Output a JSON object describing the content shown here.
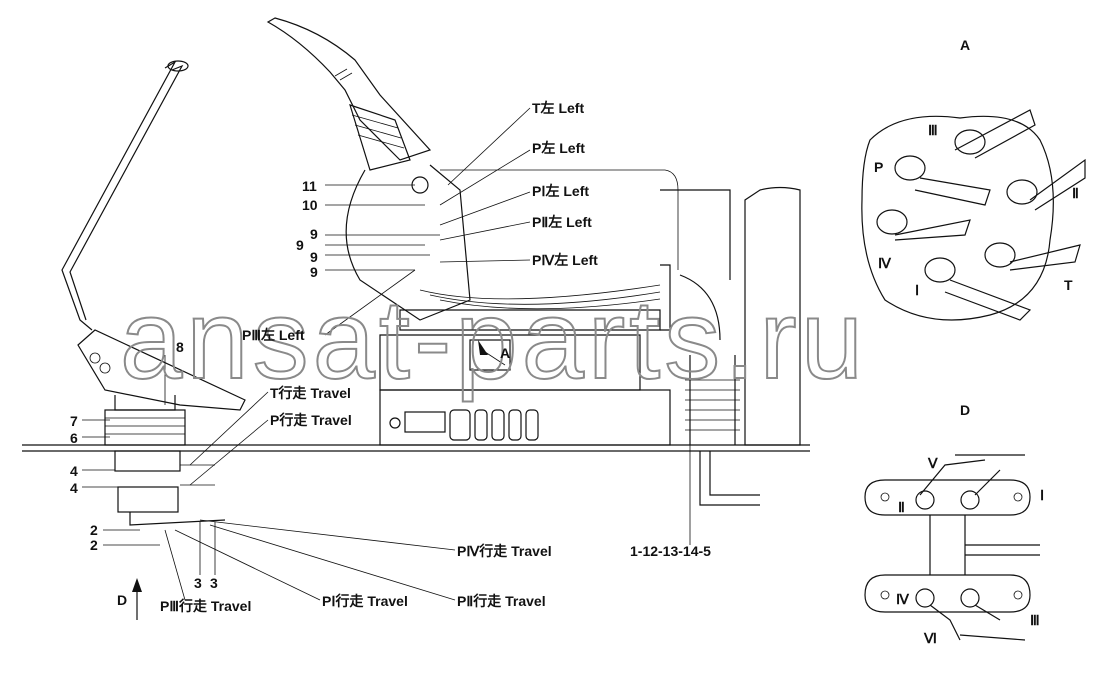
{
  "labels": {
    "t_left": "T左 Left",
    "p_left": "P左 Left",
    "p1_left": "PⅠ左 Left",
    "p2_left": "PⅡ左 Left",
    "p4_left": "PⅣ左 Left",
    "p3_left": "PⅢ左 Left",
    "t_travel": "T行走 Travel",
    "p_travel": "P行走 Travel",
    "p4_travel": "PⅣ行走 Travel",
    "p3_travel": "PⅢ行走 Travel",
    "p1_travel": "PⅠ行走 Travel",
    "p2_travel": "PⅡ行走 Travel",
    "n11": "11",
    "n10": "10",
    "n9": "9",
    "n8": "8",
    "n7": "7",
    "n6": "6",
    "n4": "4",
    "n2": "2",
    "n3": "3",
    "assembly": "1-12-13-14-5",
    "view_a_arrow": "A",
    "view_d_arrow": "D"
  },
  "view_a": {
    "title": "A",
    "ports": {
      "p": "P",
      "i": "Ⅰ",
      "ii": "Ⅱ",
      "iii": "Ⅲ",
      "iv": "Ⅳ",
      "t": "T"
    }
  },
  "view_d": {
    "title": "D",
    "ports": {
      "i": "Ⅰ",
      "ii": "Ⅱ",
      "iii": "Ⅲ",
      "iv": "Ⅳ",
      "v": "Ⅴ",
      "vi": "Ⅵ"
    }
  },
  "watermark": "ansat-parts.ru"
}
